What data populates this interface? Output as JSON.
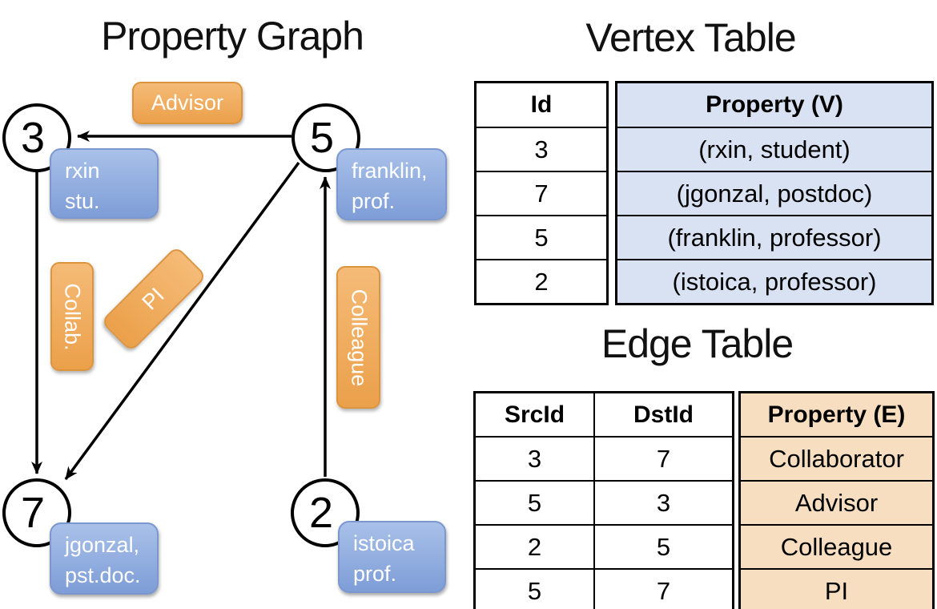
{
  "colors": {
    "orange_fill_top": "#f5bb77",
    "orange_fill_bottom": "#eba04a",
    "orange_border": "#dc943f",
    "blue_fill_top": "#a9c1e9",
    "blue_fill_bottom": "#7e9dd7",
    "blue_border": "#7b97cf",
    "vertex_cell": "#d9e2f3",
    "edge_cell": "#f7dec0",
    "line_color": "#000000"
  },
  "graph": {
    "title": "Property Graph",
    "vertices": [
      {
        "id": "3",
        "line1": "rxin",
        "line2": "stu."
      },
      {
        "id": "5",
        "line1": "franklin,",
        "line2": "prof."
      },
      {
        "id": "7",
        "line1": "jgonzal,",
        "line2": "pst.doc."
      },
      {
        "id": "2",
        "line1": "istoica",
        "line2": "prof."
      }
    ],
    "edge_labels": {
      "advisor": "Advisor",
      "collab": "Collab.",
      "pi": "PI",
      "colleague": "Colleague"
    }
  },
  "vertex_table": {
    "title": "Vertex Table",
    "columns": {
      "id": "Id",
      "property": "Property (V)"
    },
    "rows": [
      {
        "id": "3",
        "property": "(rxin, student)"
      },
      {
        "id": "7",
        "property": "(jgonzal, postdoc)"
      },
      {
        "id": "5",
        "property": "(franklin, professor)"
      },
      {
        "id": "2",
        "property": "(istoica, professor)"
      }
    ]
  },
  "edge_table": {
    "title": "Edge Table",
    "columns": {
      "src": "SrcId",
      "dst": "DstId",
      "property": "Property (E)"
    },
    "rows": [
      {
        "src": "3",
        "dst": "7",
        "property": "Collaborator"
      },
      {
        "src": "5",
        "dst": "3",
        "property": "Advisor"
      },
      {
        "src": "2",
        "dst": "5",
        "property": "Colleague"
      },
      {
        "src": "5",
        "dst": "7",
        "property": "PI"
      }
    ]
  }
}
